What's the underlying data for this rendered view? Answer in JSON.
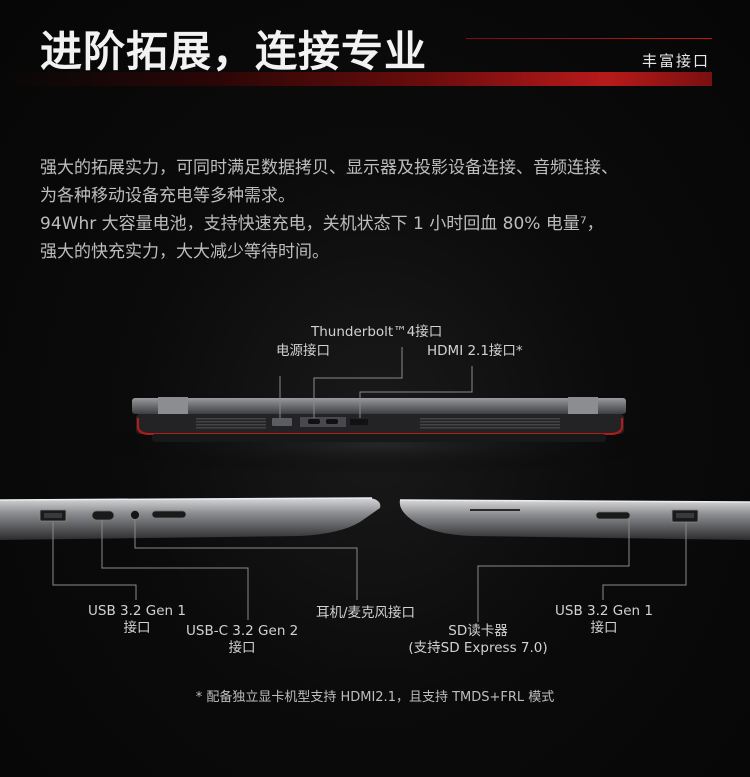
{
  "header": {
    "title": "进阶拓展，连接专业",
    "subtitle": "丰富接口"
  },
  "intro": {
    "line1": "强大的拓展实力，可同时满足数据拷贝、显示器及投影设备连接、音频连接、",
    "line2": "为各种移动设备充电等多种需求。",
    "line3": "94Whr 大容量电池，支持快速充电，关机状态下 1 小时回血 80% 电量⁷，",
    "line4": "强大的快充实力，大大减少等待时间。"
  },
  "rear_ports": {
    "thunderbolt": "Thunderbolt™4接口",
    "power": "电源接口",
    "hdmi": "HDMI 2.1接口*"
  },
  "left_ports": {
    "usb_a_line1": "USB 3.2 Gen 1",
    "usb_a_line2": "接口",
    "usb_c_line1": "USB-C 3.2 Gen 2",
    "usb_c_line2": "接口",
    "audio": "耳机/麦克风接口"
  },
  "right_ports": {
    "sd_line1": "SD读卡器",
    "sd_line2": "(支持SD Express 7.0)",
    "usb_a_line1": "USB 3.2 Gen 1",
    "usb_a_line2": "接口"
  },
  "footnote": "* 配备独立显卡机型支持 HDMI2.1，且支持 TMDS+FRL 模式",
  "colors": {
    "accent_red": "#c01818",
    "background": "#0b0b0b",
    "laptop_grey": "#6f7073"
  }
}
